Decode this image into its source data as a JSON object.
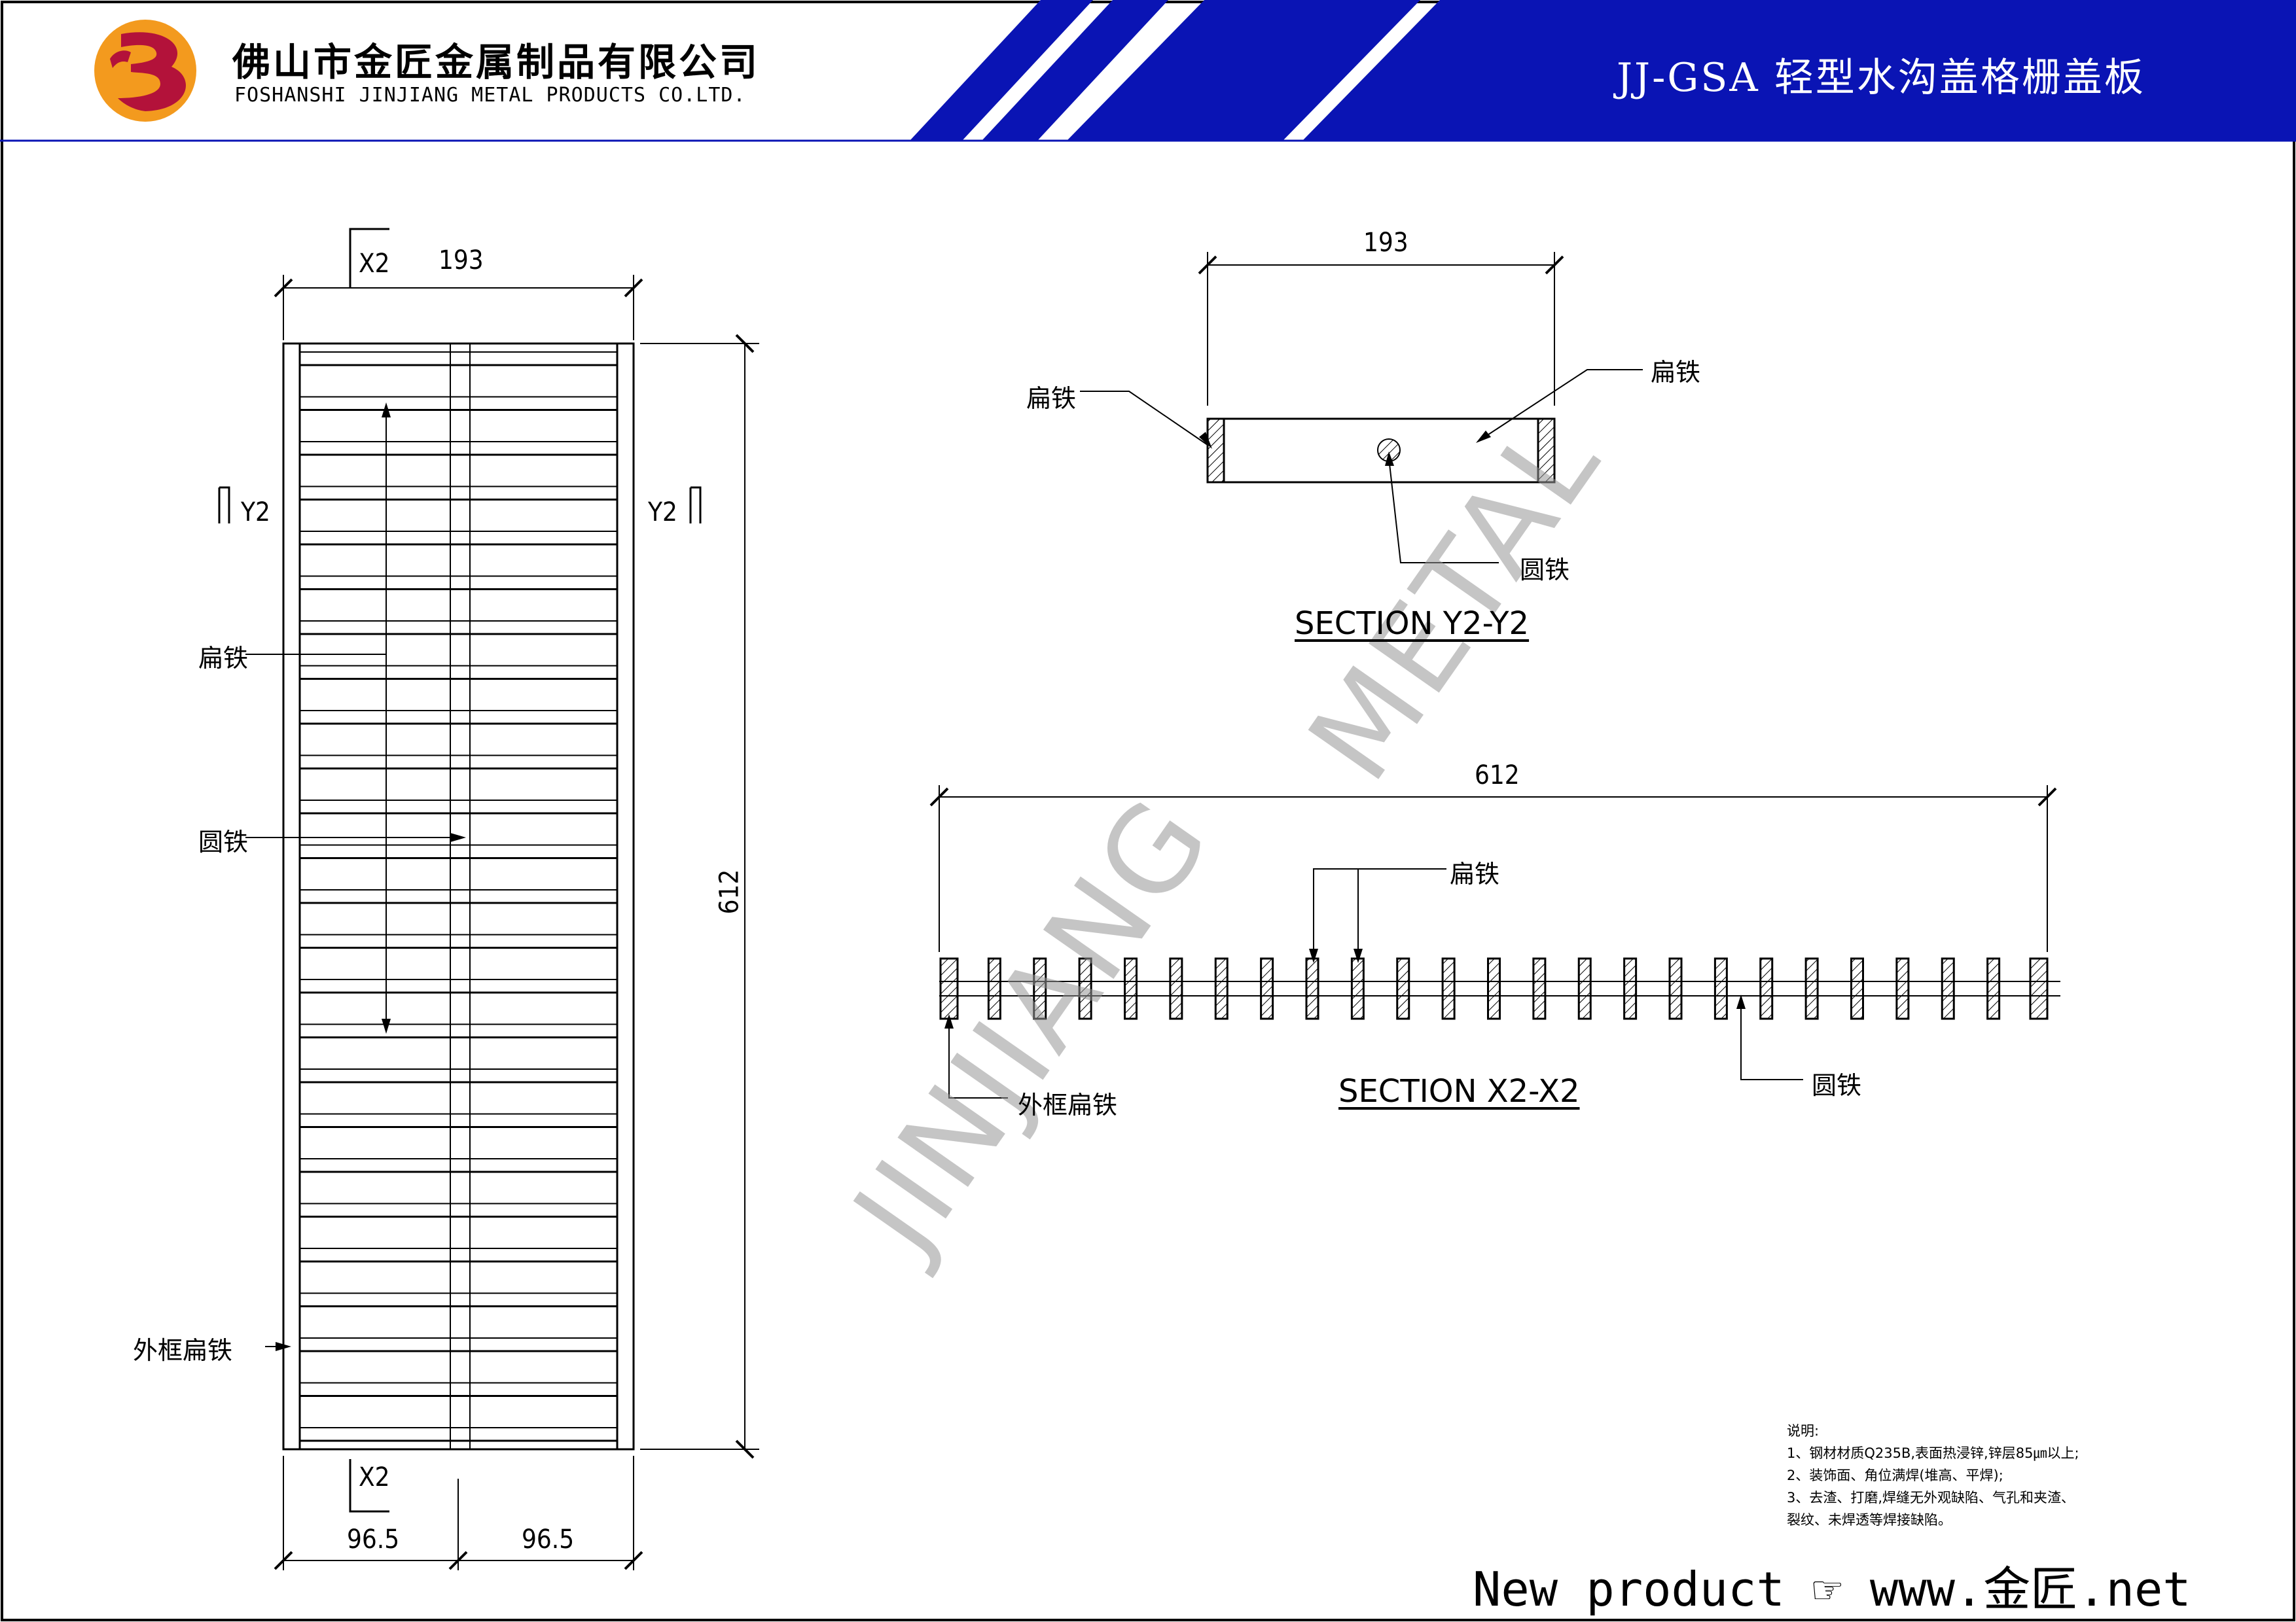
{
  "company": {
    "name_cn": "佛山市金匠金属制品有限公司",
    "name_en": "FOSHANSHI JINJIANG METAL PRODUCTS CO.LTD.",
    "logo_icon": "jinjiang-b-logo-icon"
  },
  "header": {
    "title": "JJ-GSA 轻型水沟盖格栅盖板",
    "accent_color": "#0a14b4"
  },
  "watermark": {
    "word1": "JINJIANG",
    "word2": "METAL"
  },
  "plan_view": {
    "dim_width": "193",
    "dim_length": "612",
    "dim_half_left": "96.5",
    "dim_half_right": "96.5",
    "cut_x2_top": "X2",
    "cut_x2_bottom": "X2",
    "cut_y2_left": "Y2",
    "cut_y2_right": "Y2",
    "label_flat_bar": "扁铁",
    "label_round_bar": "圆铁",
    "label_frame_bar": "外框扁铁",
    "bar_count": 25
  },
  "section_y2": {
    "title": "SECTION  Y2-Y2",
    "dim_width": "193",
    "label_flat_left": "扁铁",
    "label_flat_right": "扁铁",
    "label_round": "圆铁"
  },
  "section_x2": {
    "title": "SECTION  X2-X2",
    "dim_length": "612",
    "label_flat": "扁铁",
    "label_round": "圆铁",
    "label_frame": "外框扁铁",
    "bar_count": 25
  },
  "notes": {
    "heading": "说明:",
    "line1": "1、钢材材质Q235B,表面热浸锌,锌层85㎛以上;",
    "line2": "2、装饰面、角位满焊(堆高、平焊);",
    "line3": "3、去渣、打磨,焊缝无外观缺陷、气孔和夹渣、",
    "line4": "    裂纹、未焊透等焊接缺陷。"
  },
  "footer": {
    "site": "New product ☞ www.金匠.net"
  }
}
